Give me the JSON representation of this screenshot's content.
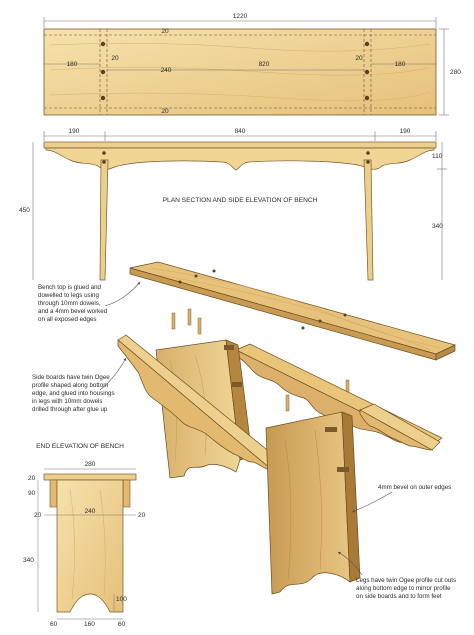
{
  "headings": {
    "plan_elevation": "PLAN SECTION AND SIDE ELEVATION OF BENCH",
    "end_elevation": "END ELEVATION OF BENCH"
  },
  "plan_dimensions": {
    "overall_length": "1220",
    "left_end": "180",
    "dowel_offset_left": "20",
    "inner_left": "240",
    "center": "820",
    "dowel_offset_right": "20",
    "right_end": "180",
    "width": "280",
    "top_edge": "20",
    "bottom_edge": "20"
  },
  "side_dimensions": {
    "left_overhang": "190",
    "span": "840",
    "right_overhang": "190",
    "board_depth": "110",
    "height": "450",
    "leg_height": "340"
  },
  "end_dimensions": {
    "top_width": "280",
    "top_thickness": "20",
    "board_height": "90",
    "left_inset": "20",
    "inner_width": "240",
    "right_inset": "20",
    "leg_height": "340",
    "foot_left": "60",
    "foot_gap": "160",
    "foot_right": "60",
    "cutout_height": "100"
  },
  "notes": {
    "top_note": [
      "Bench top is glued and",
      "dowelled to legs using",
      "through 10mm dowels,",
      "and a 4mm bevel worked",
      "on all exposed edges"
    ],
    "side_note": [
      "Side boards have twin Ogee",
      "profile shaped along bottom",
      "edge, and glued into housings",
      "in legs with 10mm dowels",
      "drilled through after glue up"
    ],
    "bevel_note": "4mm bevel on outer edges",
    "legs_note": [
      "Legs have twin Ogee profile cut outs",
      "along bottom edge to mirror profile",
      "on side boards and to form feet"
    ]
  },
  "colors": {
    "wood_light": "#f2d89a",
    "wood_mid": "#e9c57a",
    "wood_dark": "#c99a4e",
    "wood_grain": "#b98a40",
    "line": "#555555",
    "text": "#2a2a2a"
  }
}
